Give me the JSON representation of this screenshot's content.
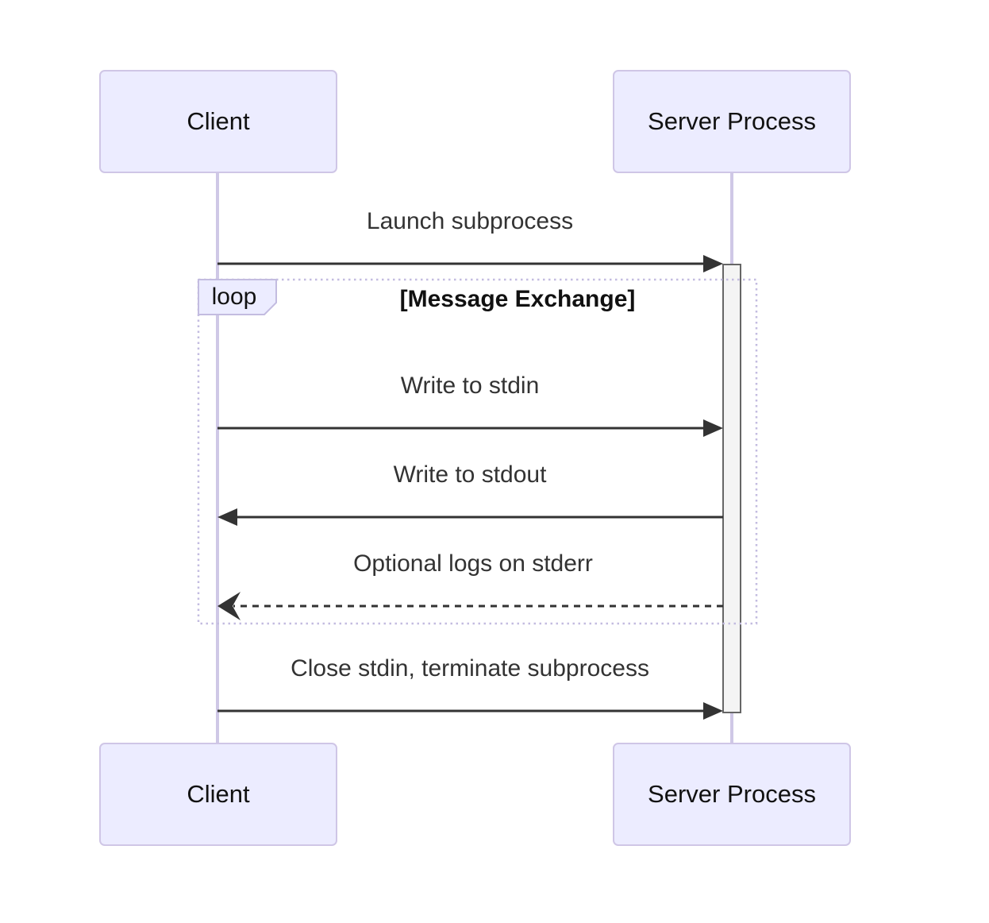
{
  "diagram": {
    "type": "sequence-diagram",
    "actors": [
      {
        "id": "client",
        "name": "Client"
      },
      {
        "id": "server",
        "name": "Server Process"
      }
    ],
    "messages": [
      {
        "from": "client",
        "to": "server",
        "text": "Launch subprocess",
        "line": "solid",
        "arrowhead": "filled"
      },
      {
        "from": "client",
        "to": "server",
        "text": "Write to stdin",
        "line": "solid",
        "arrowhead": "filled",
        "in_loop": true
      },
      {
        "from": "server",
        "to": "client",
        "text": "Write to stdout",
        "line": "solid",
        "arrowhead": "filled",
        "in_loop": true
      },
      {
        "from": "server",
        "to": "client",
        "text": "Optional logs on stderr",
        "line": "dashed",
        "arrowhead": "open",
        "in_loop": true
      },
      {
        "from": "client",
        "to": "server",
        "text": "Close stdin, terminate subprocess",
        "line": "solid",
        "arrowhead": "filled"
      }
    ],
    "loop": {
      "label": "loop",
      "title": "[Message Exchange]"
    },
    "activation": {
      "actor": "server",
      "from_message": "Launch subprocess",
      "to_message": "Close stdin, terminate subprocess"
    },
    "colors": {
      "actor_fill": "#ECECFF",
      "actor_border": "#CFC6E6",
      "lifeline": "#CFC8E6",
      "activation_fill": "#F4F4F4",
      "activation_border": "#666666",
      "loop_border": "#C3BCE0",
      "loop_label_fill": "#ECECFF",
      "message_color": "#333333",
      "arrow_color": "#333333"
    }
  }
}
